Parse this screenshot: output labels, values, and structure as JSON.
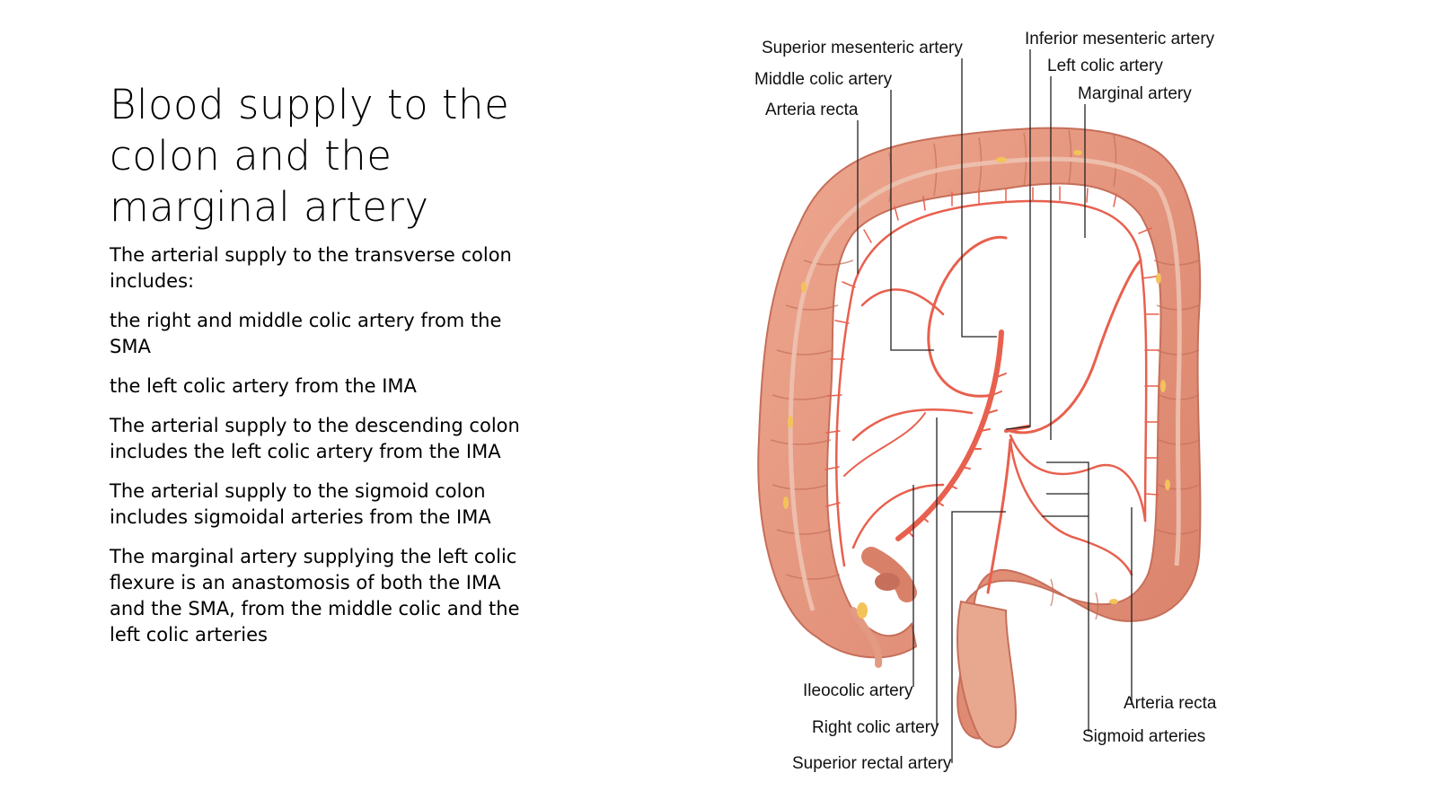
{
  "slide": {
    "title": "Blood supply to the colon and the marginal artery",
    "paragraphs": [
      "The arterial supply to the transverse colon includes:",
      "the right and middle colic artery from the SMA",
      "the left colic artery from the IMA",
      "The arterial supply to the descending colon includes the left colic artery from the IMA",
      "The arterial supply to the sigmoid colon includes sigmoidal arteries from the IMA",
      "The marginal artery supplying the left colic flexure is an anastomosis of both the IMA and the SMA, from the middle colic and the left colic arteries"
    ]
  },
  "figure": {
    "labels": {
      "superior_mesenteric_artery": "Superior mesenteric artery",
      "middle_colic_artery": "Middle colic artery",
      "arteria_recta_top": "Arteria recta",
      "inferior_mesenteric_artery": "Inferior mesenteric artery",
      "left_colic_artery": "Left colic artery",
      "marginal_artery": "Marginal artery",
      "ileocolic_artery": "Ileocolic artery",
      "right_colic_artery": "Right colic artery",
      "superior_rectal_artery": "Superior rectal artery",
      "arteria_recta_bottom": "Arteria recta",
      "sigmoid_arteries": "Sigmoid arteries"
    },
    "colors": {
      "colon": "#e39a82",
      "colon_shadow": "#c66f5a",
      "artery": "#e8604e",
      "taenia": "#edc2b0",
      "fat": "#f3c35a",
      "leader": "#222222"
    }
  }
}
